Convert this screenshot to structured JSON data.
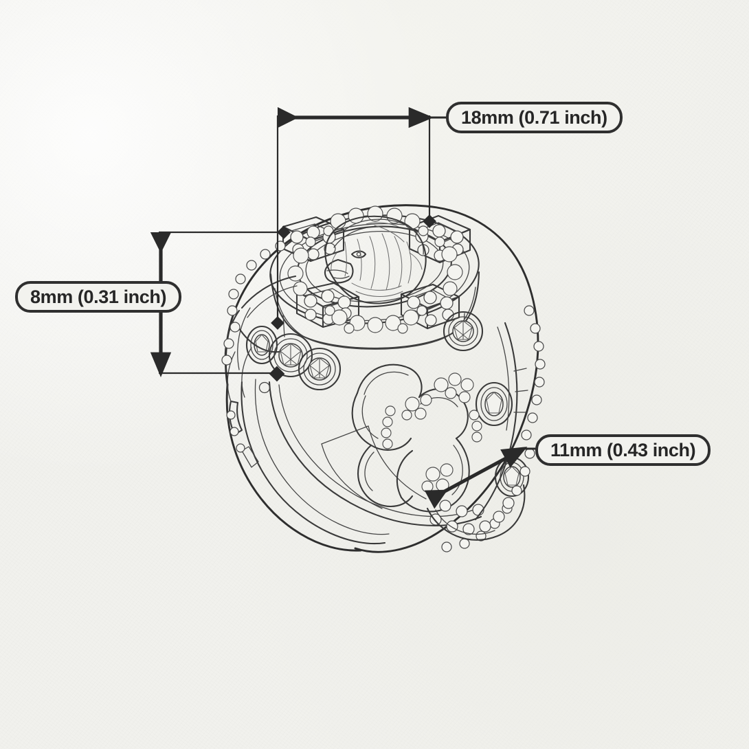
{
  "drawing": {
    "subject": "ornate-signet-ring-technical-sketch",
    "style": "line-art-pencil-sketch",
    "background_color": "#f1f1ed",
    "line_color": "#2f2f2f",
    "view": "three-quarter-perspective"
  },
  "annotations": {
    "width": {
      "id": "width-callout",
      "label": "18mm (0.71 inch)",
      "value_mm": 18,
      "value_inch": 0.71,
      "orientation": "horizontal",
      "measures": "ring-top-face-width"
    },
    "height": {
      "id": "height-callout",
      "label": "8mm (0.31 inch)",
      "value_mm": 8,
      "value_inch": 0.31,
      "orientation": "vertical",
      "measures": "ring-head-height"
    },
    "depth": {
      "id": "depth-callout",
      "label": "11mm (0.43 inch)",
      "value_mm": 11,
      "value_inch": 0.43,
      "orientation": "diagonal",
      "measures": "ring-band-shoulder-span"
    }
  },
  "ring_features": {
    "centerpiece": "eagle-head-relief",
    "setting_count_corners": 4,
    "shoulder_bezel_stones": 6,
    "edge_detail": "beaded-milgrain",
    "ornament": "filigree-scrollwork"
  }
}
